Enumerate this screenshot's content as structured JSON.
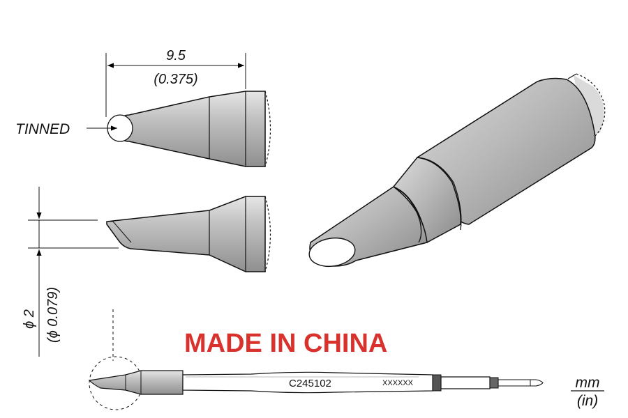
{
  "dimensions": {
    "length_mm": "9.5",
    "length_in": "(0.375)",
    "diameter_mm": "ϕ 2",
    "diameter_in": "(ϕ 0.079)"
  },
  "callouts": {
    "tinned": "TINNED"
  },
  "origin_notice": "MADE IN CHINA",
  "product": {
    "code": "C245102",
    "mark": "XXXXXX"
  },
  "units": {
    "primary": "mm",
    "secondary": "(in)"
  },
  "colors": {
    "notice_red": "#d9322d",
    "metal_gray": "#b4b4b4"
  }
}
